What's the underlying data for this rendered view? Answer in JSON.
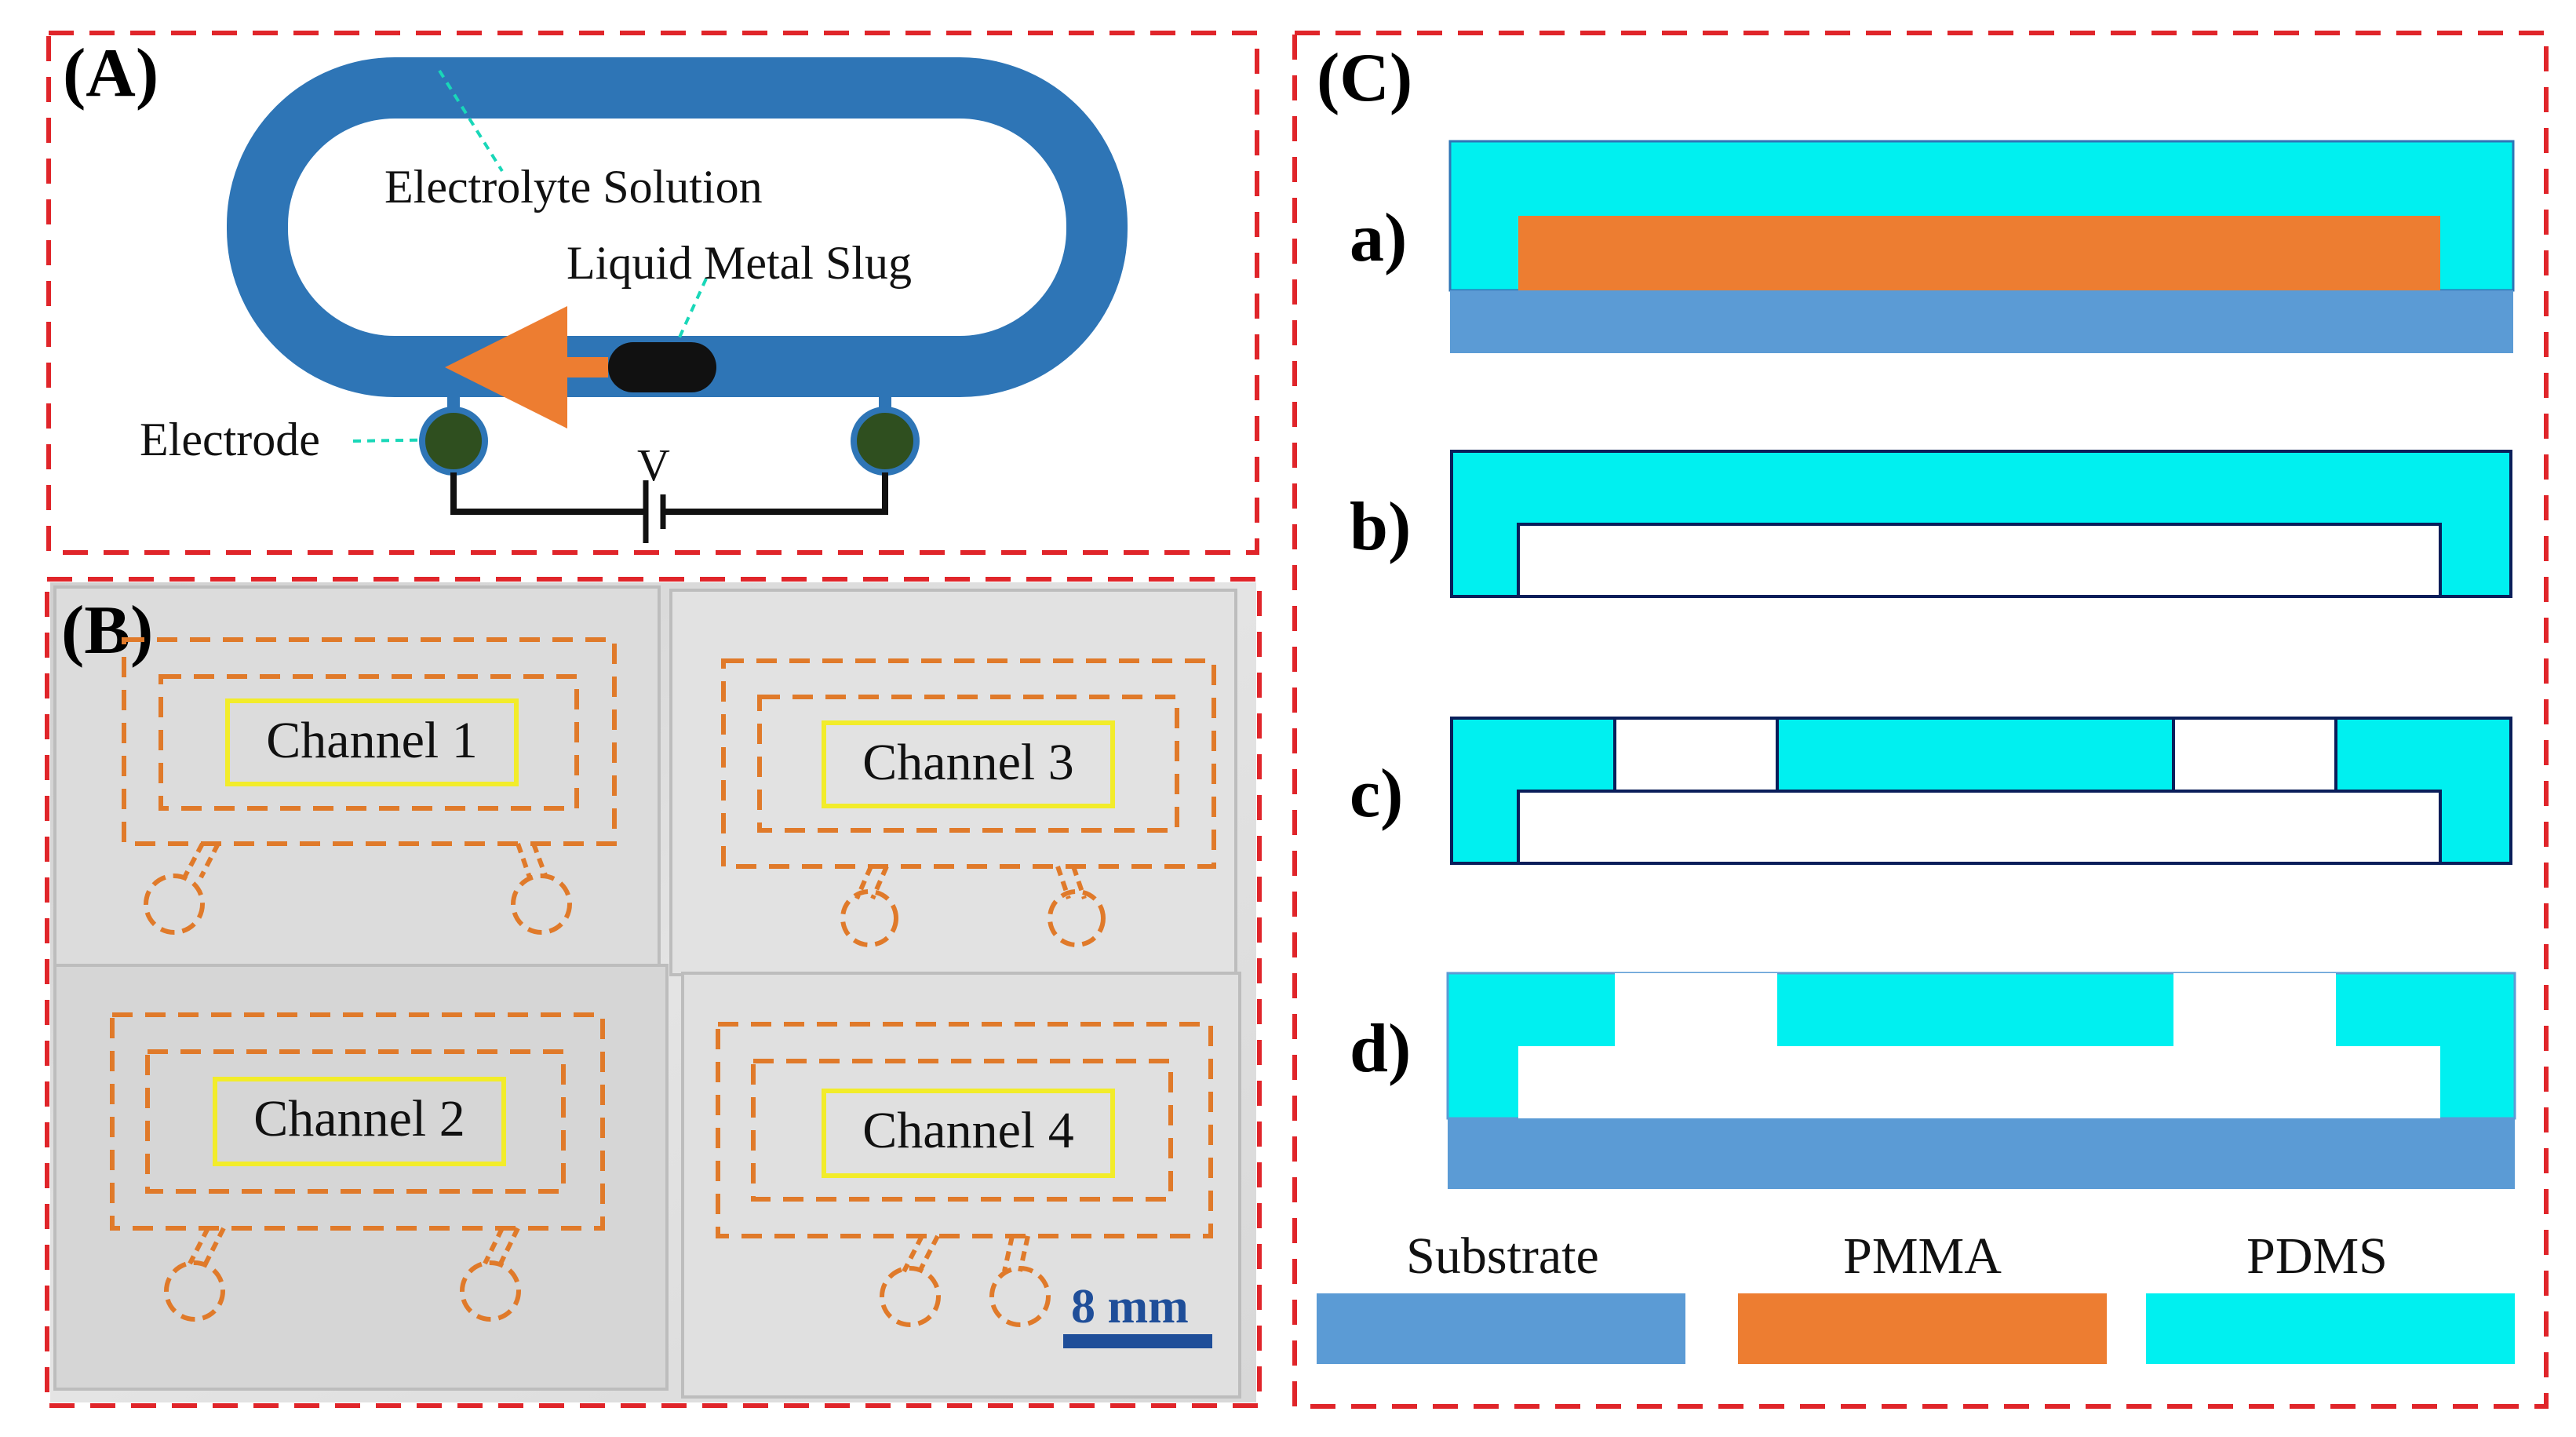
{
  "panels": {
    "a": {
      "label": "(A)",
      "electrolyte_label": "Electrolyte Solution",
      "slug_label": "Liquid Metal Slug",
      "electrode_label": "Electrode",
      "voltage_label": "V"
    },
    "b": {
      "label": "(B)",
      "channels": [
        "Channel 1",
        "Channel 3",
        "Channel 2",
        "Channel 4"
      ],
      "scale_label": "8 mm"
    },
    "c": {
      "label": "(C)",
      "steps": [
        "a)",
        "b)",
        "c)",
        "d)"
      ],
      "legend": [
        {
          "label": "Substrate",
          "color": "#5b9bd5"
        },
        {
          "label": "PMMA",
          "color": "#ed7d31"
        },
        {
          "label": "PDMS",
          "color": "#00f0f0"
        }
      ]
    }
  },
  "colors": {
    "frame": "#e0252a",
    "channel_ring": "#2e75b6",
    "arrow": "#ed7d31",
    "electrode": "#2f4f1f",
    "leader": "#19d7b8",
    "photo_outline": "#e07a2a",
    "photo_box": "#f2ec2a",
    "scale_bar": "#1f4e99"
  }
}
